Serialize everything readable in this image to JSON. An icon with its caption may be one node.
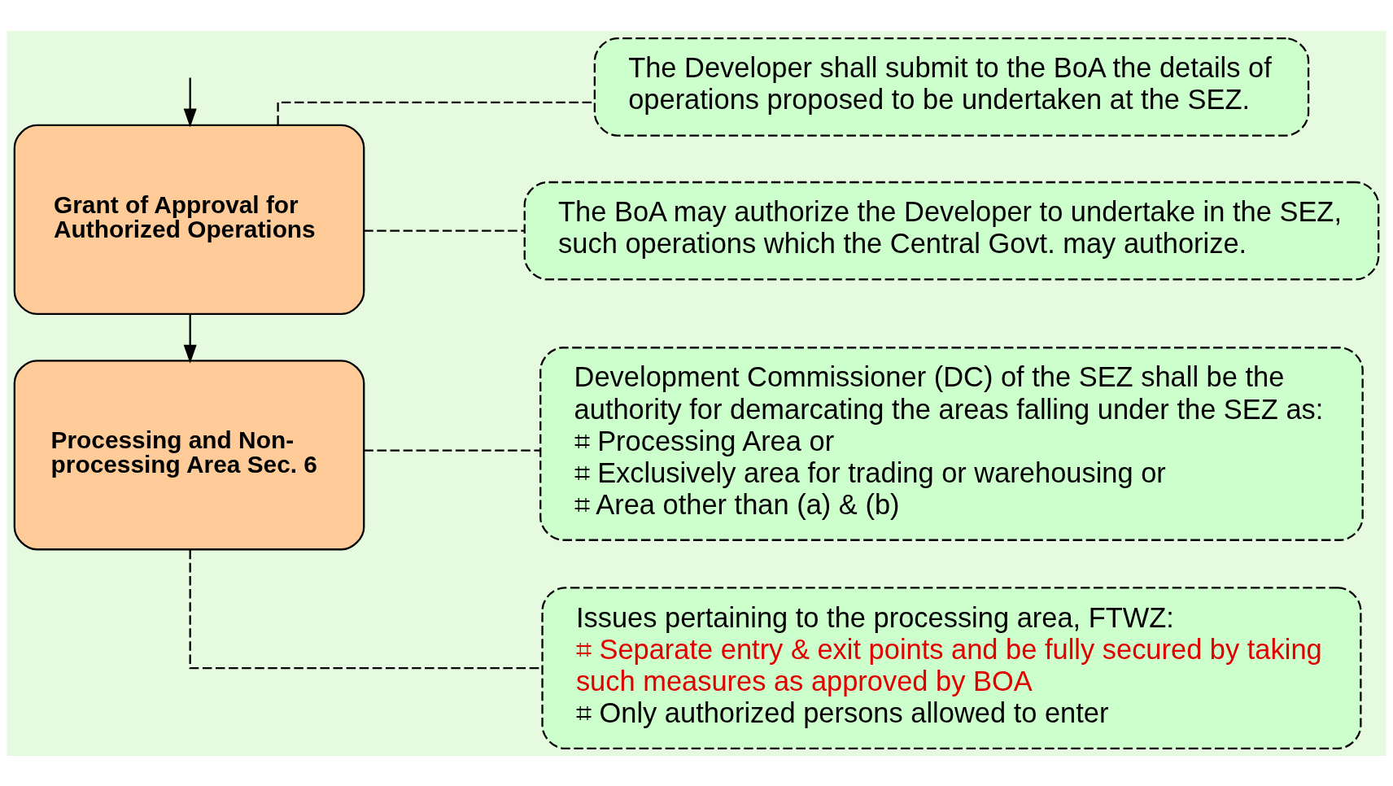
{
  "diagram": {
    "nodes": [
      {
        "text": [
          "Grant of Approval for Authorized Operations"
        ]
      },
      {
        "text": [
          "Processing and Non-processing Area Sec. 6"
        ]
      },
      {
        "text": [
          "The Developer shall submit to the BoA the details of operations proposed to be undertaken at the SEZ."
        ]
      },
      {
        "text": [
          "The BoA may authorize the Developer to undertake in the SEZ, such operations which the Central Govt. may authorize."
        ]
      },
      {
        "text": [
          "Development Commissioner (DC) of the SEZ shall be the authority for demarcating the areas falling under the SEZ as:",
          "⌗ Processing Area or",
          "⌗ Exclusively area for trading or warehousing or",
          "⌗ Area other than (a) & (b)"
        ]
      },
      {
        "text": [
          "Issues pertaining to the processing area, FTWZ:",
          "⌗ Separate entry & exit points and be fully secured by taking such measures as approved by BOA",
          "⌗ Only authorized persons allowed to enter"
        ]
      }
    ],
    "edges": [
      {
        "from": null,
        "to": 0,
        "arrow": "to"
      },
      {
        "from": 0,
        "to": 1,
        "arrow": "to"
      },
      {
        "from": 0,
        "to": 2,
        "arrow": "none",
        "style": "dashed"
      },
      {
        "from": 0,
        "to": 3,
        "arrow": "none",
        "style": "dashed"
      },
      {
        "from": 1,
        "to": 4,
        "arrow": "none",
        "style": "dashed"
      },
      {
        "from": 1,
        "to": 5,
        "arrow": "none",
        "style": "dashed"
      }
    ]
  }
}
